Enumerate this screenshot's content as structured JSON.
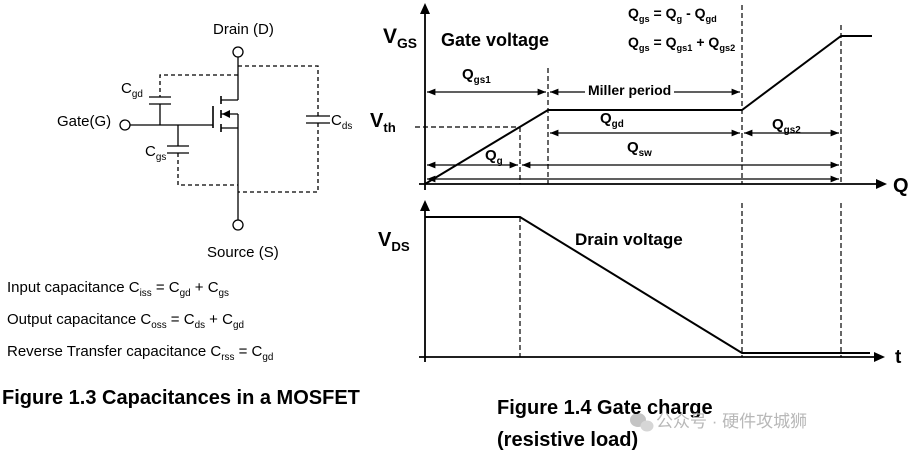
{
  "figure_left": {
    "circuit": {
      "drain_label": "Drain (D)",
      "source_label": "Source (S)",
      "gate_label": "Gate(G)",
      "cgd": [
        "C",
        "gd"
      ],
      "cgs": [
        "C",
        "gs"
      ],
      "cds": [
        "C",
        "ds"
      ]
    },
    "equations": [
      [
        "Input capacitance C",
        "iss",
        " = C",
        "gd",
        " + C",
        "gs"
      ],
      [
        "Output capacitance C",
        "oss",
        " = C",
        "ds",
        " + C",
        "gd"
      ],
      [
        "Reverse Transfer capacitance C",
        "rss",
        " = C",
        "gd"
      ]
    ],
    "caption": "Figure 1.3 Capacitances in a MOSFET"
  },
  "figure_right": {
    "vgs_axis_label": [
      "V",
      "GS"
    ],
    "vgs_curve_label": "Gate voltage",
    "vth_label": [
      "V",
      "th"
    ],
    "q_axis_label": "Q",
    "formulas": [
      [
        "Q",
        "gs",
        " = Q",
        "g",
        " - Q",
        "gd"
      ],
      [
        "Q",
        "gs",
        " = Q",
        "gs1",
        " + Q",
        "gs2"
      ]
    ],
    "intervals": {
      "qgs1": [
        "Q",
        "gs1"
      ],
      "miller": "Miller period",
      "qgd": [
        "Q",
        "gd"
      ],
      "qgs2": [
        "Q",
        "gs2"
      ],
      "qg": [
        "Q",
        "g"
      ],
      "qsw": [
        "Q",
        "sw"
      ]
    },
    "vds_axis_label": [
      "V",
      "DS"
    ],
    "vds_curve_label": "Drain voltage",
    "t_axis_label": "t",
    "caption_line1": "Figure 1.4 Gate charge",
    "caption_line2": "(resistive load)"
  },
  "watermark": "公众号 · 硬件攻城狮",
  "icons": {
    "watermark_icon": "wechat-icon"
  },
  "colors": {
    "ink": "#000000",
    "background": "#ffffff",
    "watermark": "#b8b8b8"
  }
}
